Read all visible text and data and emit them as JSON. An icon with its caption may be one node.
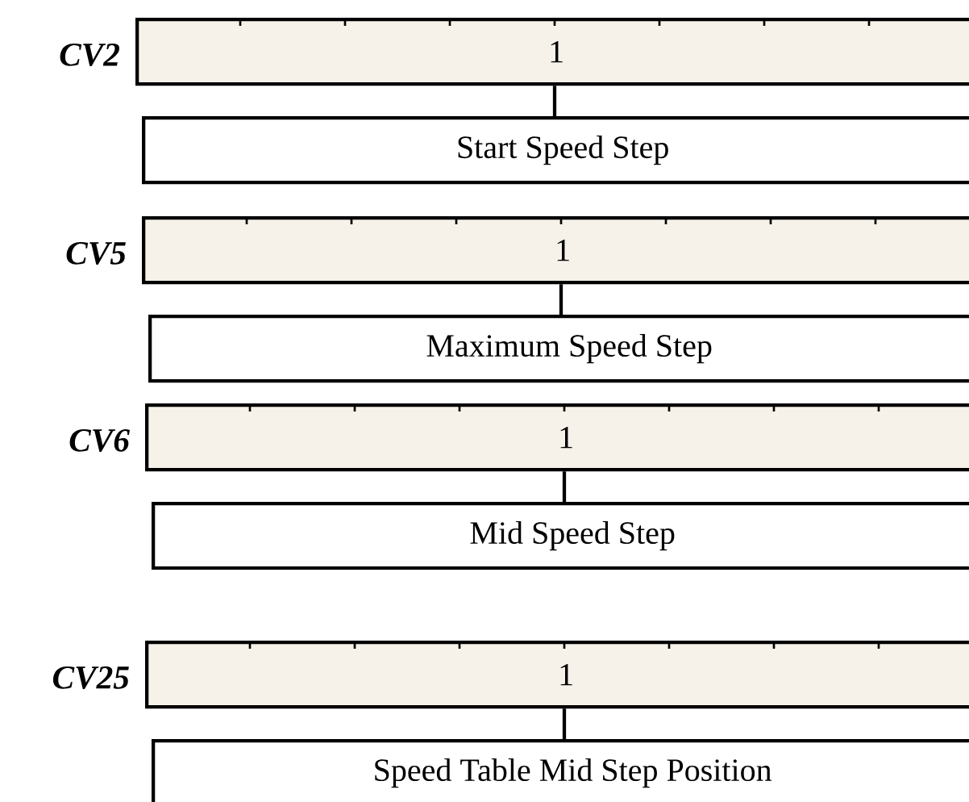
{
  "diagram": {
    "nodes": [
      {
        "text": [
          "1"
        ],
        "beside": [
          "CV2"
        ]
      },
      {
        "text": [
          "Start Speed Step"
        ]
      },
      {
        "text": [
          "1"
        ],
        "beside": [
          "CV5"
        ]
      },
      {
        "text": [
          "Maximum Speed Step"
        ]
      },
      {
        "text": [
          "1"
        ],
        "beside": [
          "CV6"
        ]
      },
      {
        "text": [
          "Mid Speed Step"
        ]
      },
      {
        "text": [
          "1"
        ],
        "beside": [
          "CV25"
        ]
      },
      {
        "text": [
          "Speed Table Mid Step Position"
        ]
      }
    ],
    "edges": [
      {
        "from": 0,
        "to": 1,
        "arrow": "none"
      },
      {
        "from": 2,
        "to": 3,
        "arrow": "none"
      },
      {
        "from": 4,
        "to": 5,
        "arrow": "none"
      },
      {
        "from": 6,
        "to": 7,
        "arrow": "none"
      }
    ]
  }
}
